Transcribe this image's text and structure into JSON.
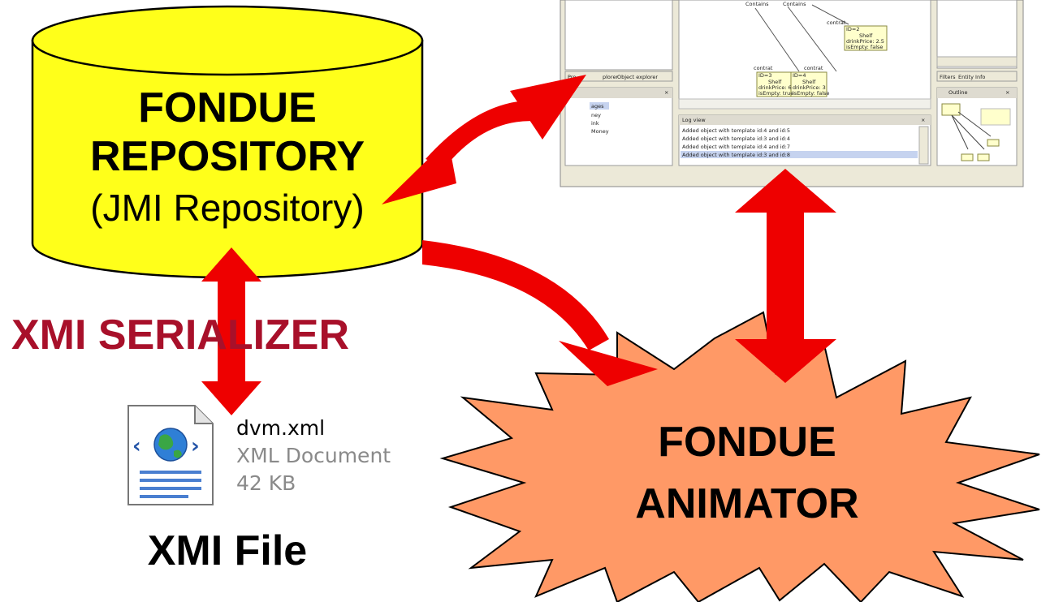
{
  "colors": {
    "repository_fill": "#ffff1a",
    "arrow": "#ee0000",
    "serializer_text": "#a8102a",
    "starburst_fill": "#ff9966",
    "uml_fill": "#ffffcc"
  },
  "repository": {
    "title_line1": "FONDUE",
    "title_line2": "REPOSITORY",
    "subtitle": "(JMI Repository)"
  },
  "serializer": {
    "label": "XMI SERIALIZER"
  },
  "xmi_file": {
    "icon": "xml-document-icon",
    "name": "dvm.xml",
    "type": "XML Document",
    "size": "42 KB",
    "caption": "XMI File"
  },
  "animator": {
    "line1": "FONDUE",
    "line2": "ANIMATOR"
  },
  "screenshot": {
    "explorer_tabs": [
      "Pro",
      "plorer",
      "Object explorer"
    ],
    "tree_items": [
      "ages",
      "ney",
      "ink",
      "Money"
    ],
    "diagram_labels": [
      "Contains",
      "Contains",
      "contrat",
      "contrat",
      "contrat"
    ],
    "shelves": [
      {
        "id": "ID=2",
        "title": "Shelf",
        "price": "drinkPrice: 2.5",
        "empty": "isEmpty: false"
      },
      {
        "id": "ID=3",
        "title": "Shelf",
        "price": "drinkPrice: 6",
        "empty": "isEmpty: true"
      },
      {
        "id": "ID=4",
        "title": "Shelf",
        "price": "drinkPrice: 3",
        "empty": "isEmpty: false"
      }
    ],
    "log_title": "Log view",
    "log_lines": [
      "Added object with template id:4 and id:5",
      "Added object with template id:3 and id:4",
      "Added object with template id:4 and id:7",
      "Added object with template id:3 and id:8"
    ],
    "right_tabs": [
      "Filters",
      "Entity Info"
    ],
    "outline_title": "Outline",
    "close_glyph": "×"
  }
}
